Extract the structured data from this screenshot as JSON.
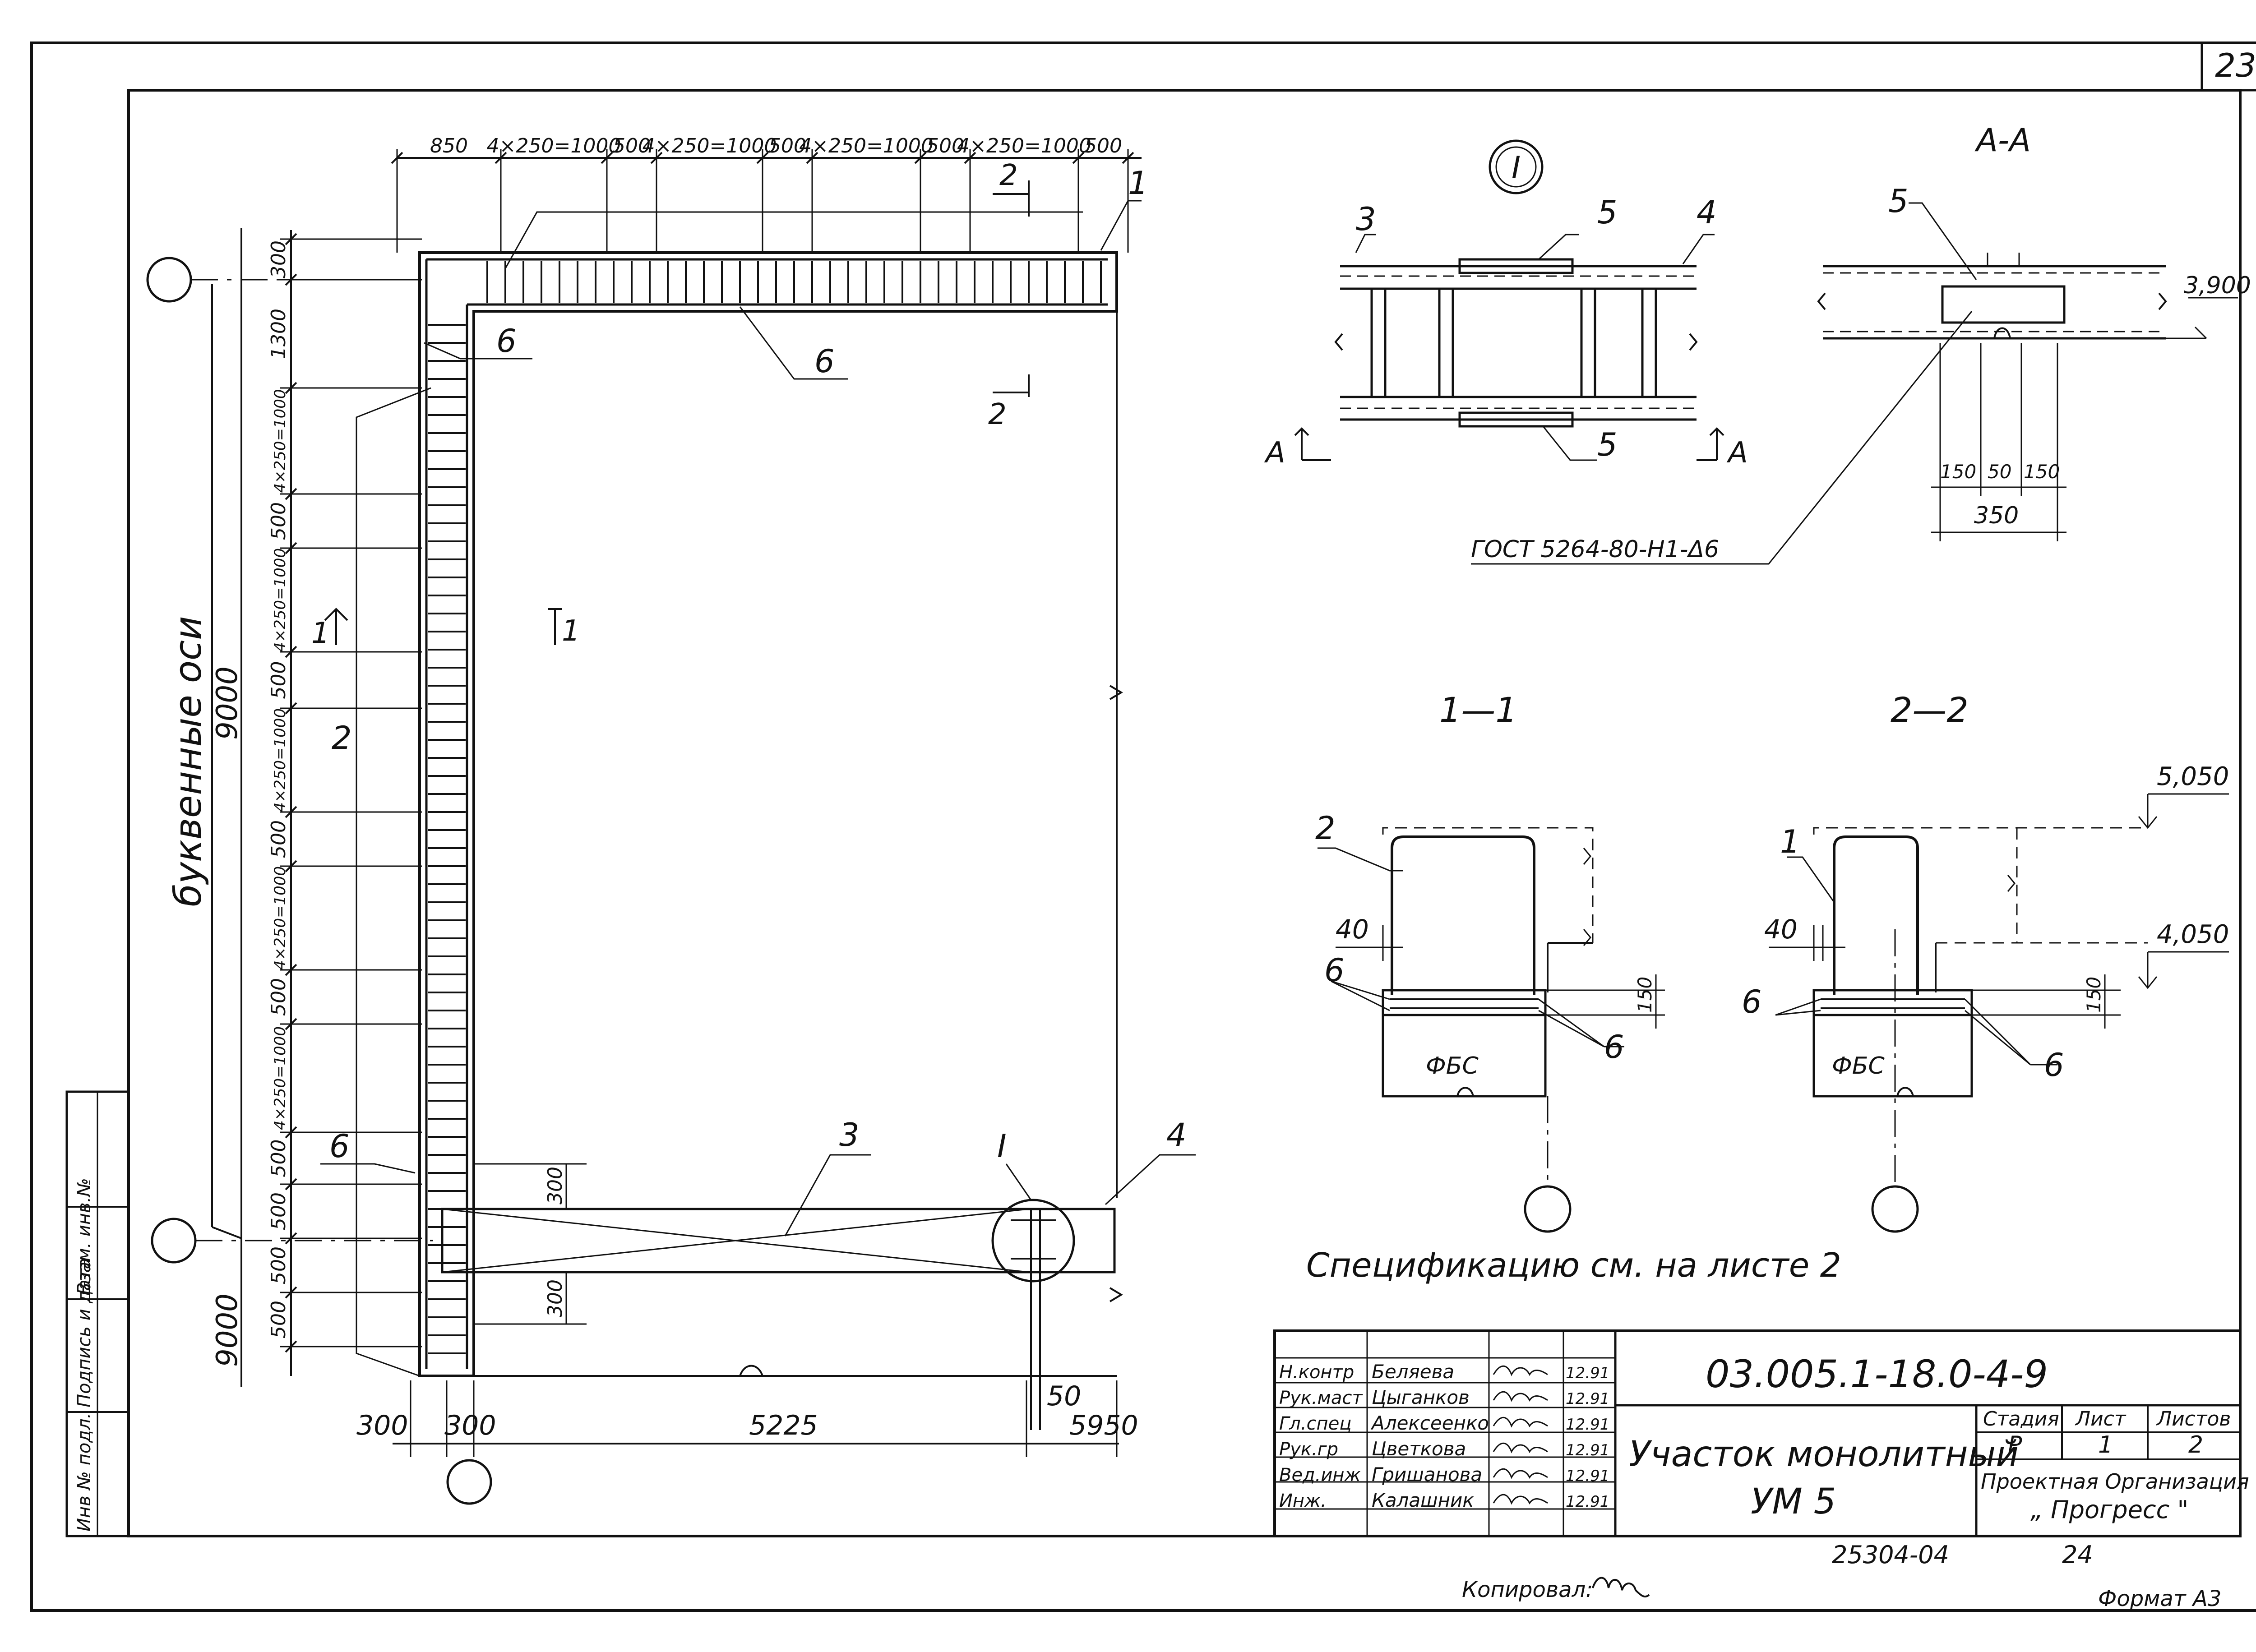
{
  "sheet_number": "23",
  "plan": {
    "top_dims": [
      "850",
      "4×250=1000",
      "500",
      "4×250=1000",
      "500",
      "4×250=1000",
      "500",
      "4×250=1000",
      "500"
    ],
    "left_dims": [
      "300",
      "1300",
      "4×250=1000",
      "500",
      "4×250=1000",
      "500",
      "4×250=1000",
      "500",
      "4×250=1000",
      "500",
      "4×250=1000",
      "500",
      "500",
      "500",
      "500"
    ],
    "axis_9000_top": "9000",
    "axis_9000_bottom": "9000",
    "letter_axes": "буквенные оси",
    "bottom_dims": {
      "d300a": "300",
      "d300b": "300",
      "d5225": "5225",
      "d50": "50",
      "d5950": "5950"
    },
    "beam_dims": {
      "upper": "300",
      "lower": "300"
    },
    "labels": {
      "p1": "1",
      "p2": "2",
      "p3": "3",
      "p4": "4",
      "p6a": "6",
      "p6b": "6",
      "p6c": "6",
      "cut2": "2",
      "cut1": "1",
      "node": "I"
    }
  },
  "node_detail": {
    "title": "I",
    "labels": {
      "p3": "3",
      "p4": "4",
      "p5top": "5",
      "p5bot": "5",
      "a_left": "A",
      "a_right": "A"
    },
    "weld_note": "ГОСТ 5264-80-Н1-Δ6"
  },
  "section_aa": {
    "title": "А-А",
    "p5": "5",
    "elevation": "3,900",
    "dims": [
      "150",
      "50",
      "150"
    ],
    "total": "350"
  },
  "section_11": {
    "title": "1—1",
    "p2": "2",
    "d40": "40",
    "p6a": "6",
    "p6b": "6",
    "d150": "150",
    "block": "ФБС"
  },
  "section_22": {
    "title": "2—2",
    "p1": "1",
    "d40": "40",
    "p6a": "6",
    "p6b": "6",
    "d150": "150",
    "block": "ФБС",
    "elev_top": "5,050",
    "elev_bottom": "4,050"
  },
  "spec_note": "Спецификацию см. на листе 2",
  "side_stamp": [
    "Инв № подл.",
    "Подпись и дата",
    "Взам. инв.№"
  ],
  "title_block": {
    "code": "03.005.1-18.0-4-9",
    "name_line1": "Участок монолитный",
    "name_line2": "УМ 5",
    "rows": [
      {
        "role": "Н.контр",
        "name": "Беляева",
        "date": "12.91"
      },
      {
        "role": "Рук.маст",
        "name": "Цыганков",
        "date": "12.91"
      },
      {
        "role": "Гл.спец",
        "name": "Алексеенко",
        "date": "12.91"
      },
      {
        "role": "Рук.гр",
        "name": "Цветкова",
        "date": "12.91"
      },
      {
        "role": "Вед.инж",
        "name": "Гришанова",
        "date": "12.91"
      },
      {
        "role": "Инж.",
        "name": "Калашник",
        "date": "12.91"
      }
    ],
    "stage_header": "Стадия",
    "sheet_header": "Лист",
    "sheets_header": "Листов",
    "stage_value": "Р",
    "sheet_value": "1",
    "sheets_value": "2",
    "org_line1": "Проектная Организация",
    "org_line2": "„ Прогресс \""
  },
  "footer": {
    "copied_by": "Копировал:",
    "archive": "25304-04",
    "sheet_ref": "24",
    "format": "Формат А3"
  }
}
